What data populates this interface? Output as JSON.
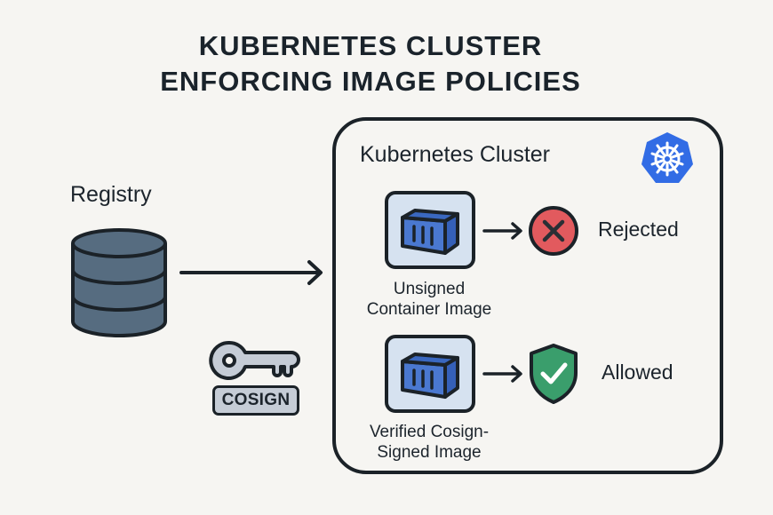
{
  "title": {
    "line1": "KUBERNETES CLUSTER",
    "line2": "ENFORCING IMAGE POLICIES"
  },
  "registry": {
    "label": "Registry",
    "icon": "database-icon"
  },
  "signing": {
    "icon": "key-icon",
    "badge": "COSIGN"
  },
  "cluster": {
    "label": "Kubernetes Cluster",
    "logo_icon": "kubernetes-helm-icon",
    "flows": [
      {
        "image_label_line1": "Unsigned",
        "image_label_line2": "Container Image",
        "image_icon": "container-icon",
        "result_icon": "x-circle-icon",
        "result_label": "Rejected"
      },
      {
        "image_label_line1": "Verified Cosign-",
        "image_label_line2": "Signed Image",
        "image_icon": "container-icon",
        "result_icon": "shield-check-icon",
        "result_label": "Allowed"
      }
    ]
  },
  "colors": {
    "background": "#f6f5f2",
    "stroke": "#1b2228",
    "database": "#566c80",
    "k8s_blue": "#326ce5",
    "container_blue": "#4a78d0",
    "container_tile": "#d6e2f0",
    "reject_red": "#e25a5e",
    "allow_green": "#3a9e6c",
    "key_gray": "#c5ccd6"
  }
}
